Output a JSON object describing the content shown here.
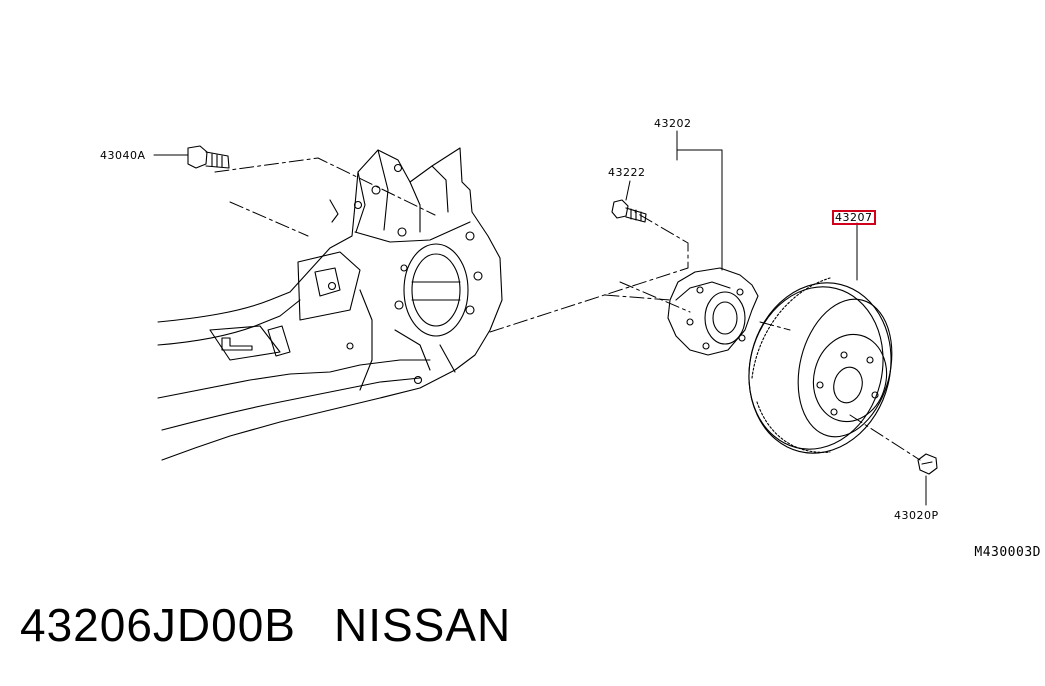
{
  "callouts": {
    "bolt_left": "43040A",
    "hub_assembly": "43202",
    "hub_bolt": "43222",
    "rotor": "43207",
    "nut": "43020P"
  },
  "drawing_code": "M430003D",
  "caption": {
    "part_number": "43206JD00B",
    "brand": "NISSAN"
  },
  "highlight_color": "#d0021b"
}
